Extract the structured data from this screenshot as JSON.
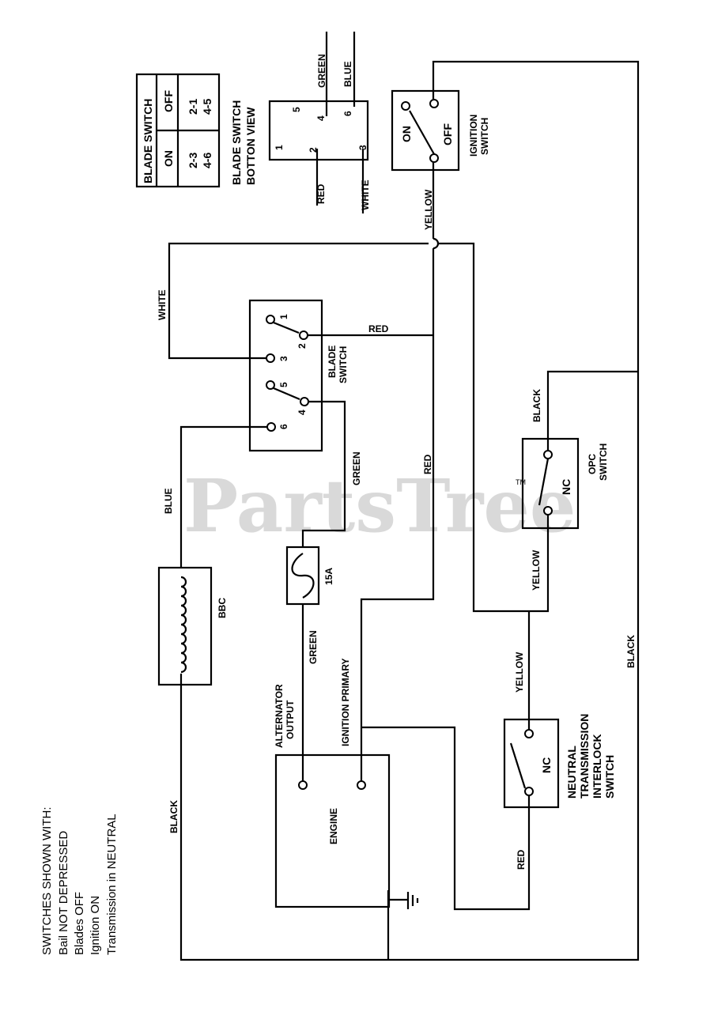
{
  "watermark": "PartsTree",
  "watermark_tm": "TM",
  "notes": {
    "heading": "SWITCHES SHOWN WITH:",
    "lines": [
      "Bail NOT DEPRESSED",
      "Blades OFF",
      "Ignition ON",
      "Transmission in NEUTRAL"
    ]
  },
  "blade_switch_table": {
    "title": "BLADE SWITCH",
    "headers": [
      "ON",
      "OFF"
    ],
    "on_rows": [
      "2-3",
      "4-6"
    ],
    "off_rows": [
      "2-1",
      "4-5"
    ]
  },
  "bottom_view": {
    "title_1": "BLADE SWITCH",
    "title_2": "BOTTON VIEW",
    "pins": [
      "1",
      "2",
      "3",
      "4",
      "5",
      "6"
    ],
    "wires": [
      "RED",
      "WHITE",
      "GREEN",
      "BLUE"
    ]
  },
  "ignition_switch": {
    "on": "ON",
    "off": "OFF",
    "label_1": "IGNITION",
    "label_2": "SWITCH"
  },
  "blade_switch": {
    "terminals": [
      "1",
      "2",
      "3",
      "4",
      "5",
      "6"
    ],
    "label_1": "BLADE",
    "label_2": "SWITCH"
  },
  "opc_switch": {
    "state": "NC",
    "label_1": "OPC",
    "label_2": "SWITCH"
  },
  "neutral_switch": {
    "state": "NC",
    "label_1": "NEUTRAL",
    "label_2": "TRANSMISSION",
    "label_3": "INTERLOCK",
    "label_4": "SWITCH"
  },
  "fuse": {
    "rating": "15A"
  },
  "bbc": {
    "label": "BBC"
  },
  "engine": {
    "label": "ENGINE",
    "alt_1": "ALTERNATOR",
    "alt_2": "OUTPUT",
    "ign_primary": "IGNITION PRIMARY"
  },
  "wires": {
    "yellow": "YELLOW",
    "red": "RED",
    "white": "WHITE",
    "blue": "BLUE",
    "green": "GREEN",
    "black": "BLACK"
  }
}
